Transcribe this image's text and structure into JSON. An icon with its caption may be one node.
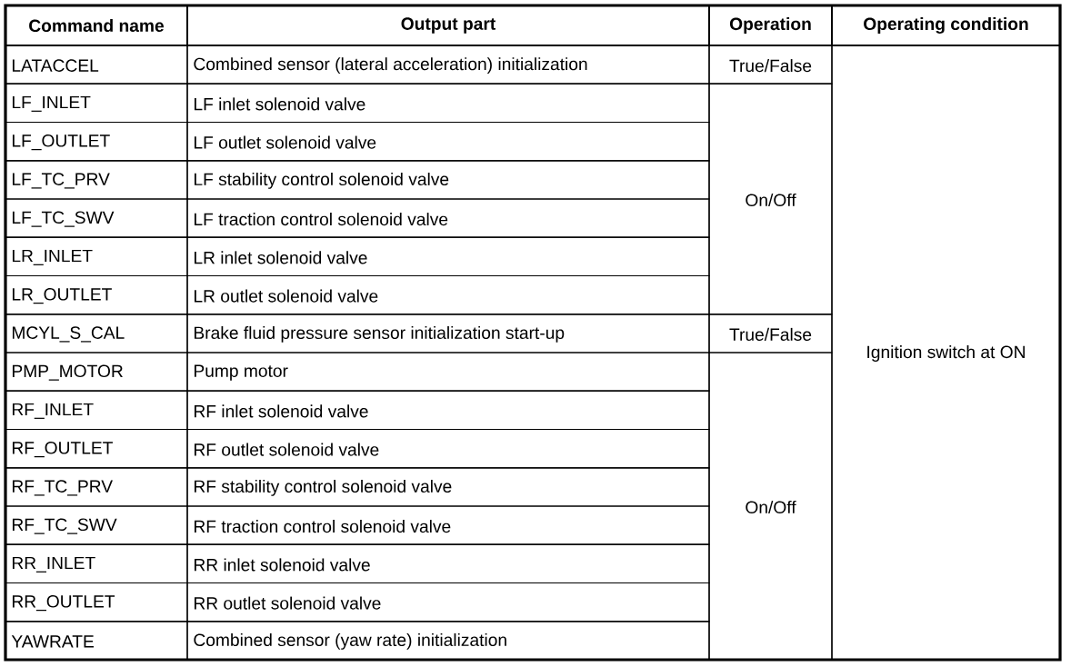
{
  "diagram": {
    "labels": [
      "Command name",
      "Output part",
      "Operation",
      "Operating condition",
      "LATACCEL",
      "Combined sensor (lateral acceleration) initialization",
      "True/False",
      "Ignition switch at ON",
      "LF_INLET",
      "LF inlet solenoid valve",
      "On/Off",
      "LF_OUTLET",
      "LF outlet solenoid valve",
      "LF_TC_PRV",
      "LF stability control solenoid valve",
      "LF_TC_SWV",
      "LF traction control solenoid valve",
      "LR_INLET",
      "LR inlet solenoid valve",
      "LR_OUTLET",
      "LR outlet solenoid valve",
      "MCYL_S_CAL",
      "Brake fluid pressure sensor initialization start-up",
      "True/False",
      "PMP_MOTOR",
      "Pump motor",
      "On/Off",
      "RF_INLET",
      "RF inlet solenoid valve",
      "RF_OUTLET",
      "RF outlet solenoid valve",
      "RF_TC_PRV",
      "RF stability control solenoid valve",
      "RF_TC_SWV",
      "RF traction control solenoid valve",
      "RR_INLET",
      "RR inlet solenoid valve",
      "RR_OUTLET",
      "RR outlet solenoid valve",
      "YAWRATE",
      "Combined sensor (yaw rate) initialization"
    ]
  }
}
